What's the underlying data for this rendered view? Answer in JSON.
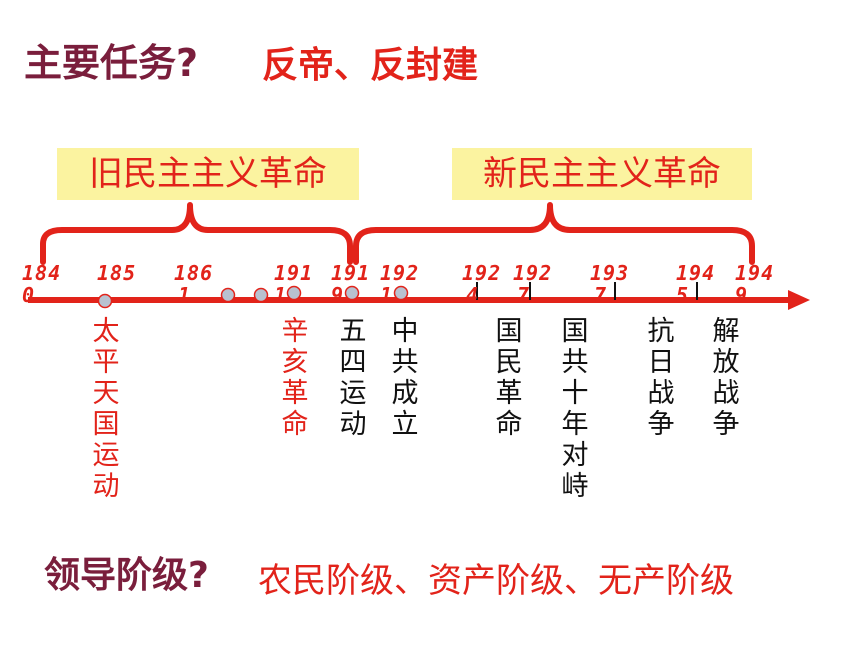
{
  "header": {
    "question": "主要任务?",
    "answer": "反帝、反封建"
  },
  "eras": {
    "old": "旧民主主义革命",
    "new": "新民主主义革命"
  },
  "timeline": {
    "year_labels": [
      {
        "top": "184",
        "bottom": "0"
      },
      {
        "top": "185",
        "bottom": ""
      },
      {
        "top": "186",
        "bottom": "1"
      },
      {
        "top": "191",
        "bottom": "1"
      },
      {
        "top": "191",
        "bottom": "9"
      },
      {
        "top": "192",
        "bottom": "1"
      },
      {
        "top": "192",
        "bottom": "4"
      },
      {
        "top": "192",
        "bottom": "7"
      },
      {
        "top": "193",
        "bottom": "7"
      },
      {
        "top": "194",
        "bottom": "5"
      },
      {
        "top": "194",
        "bottom": "9"
      }
    ],
    "events": [
      {
        "label": "太平天国运动",
        "color": "red"
      },
      {
        "label": "辛亥革命",
        "color": "red"
      },
      {
        "label": "五四运动",
        "color": "black"
      },
      {
        "label": "中共成立",
        "color": "black"
      },
      {
        "label": "国民革命",
        "color": "black"
      },
      {
        "label": "国共十年对峙",
        "color": "black"
      },
      {
        "label": "抗日战争",
        "color": "black"
      },
      {
        "label": "解放战争",
        "color": "black"
      }
    ]
  },
  "footer": {
    "question": "领导阶级?",
    "answer": "农民阶级、资产阶级、无产阶级"
  },
  "colors": {
    "accent_red": "#e2231a",
    "question_maroon": "#7a1e3c",
    "era_box_fill": "#fbf3a0",
    "dot_fill": "#b8c2d0"
  }
}
